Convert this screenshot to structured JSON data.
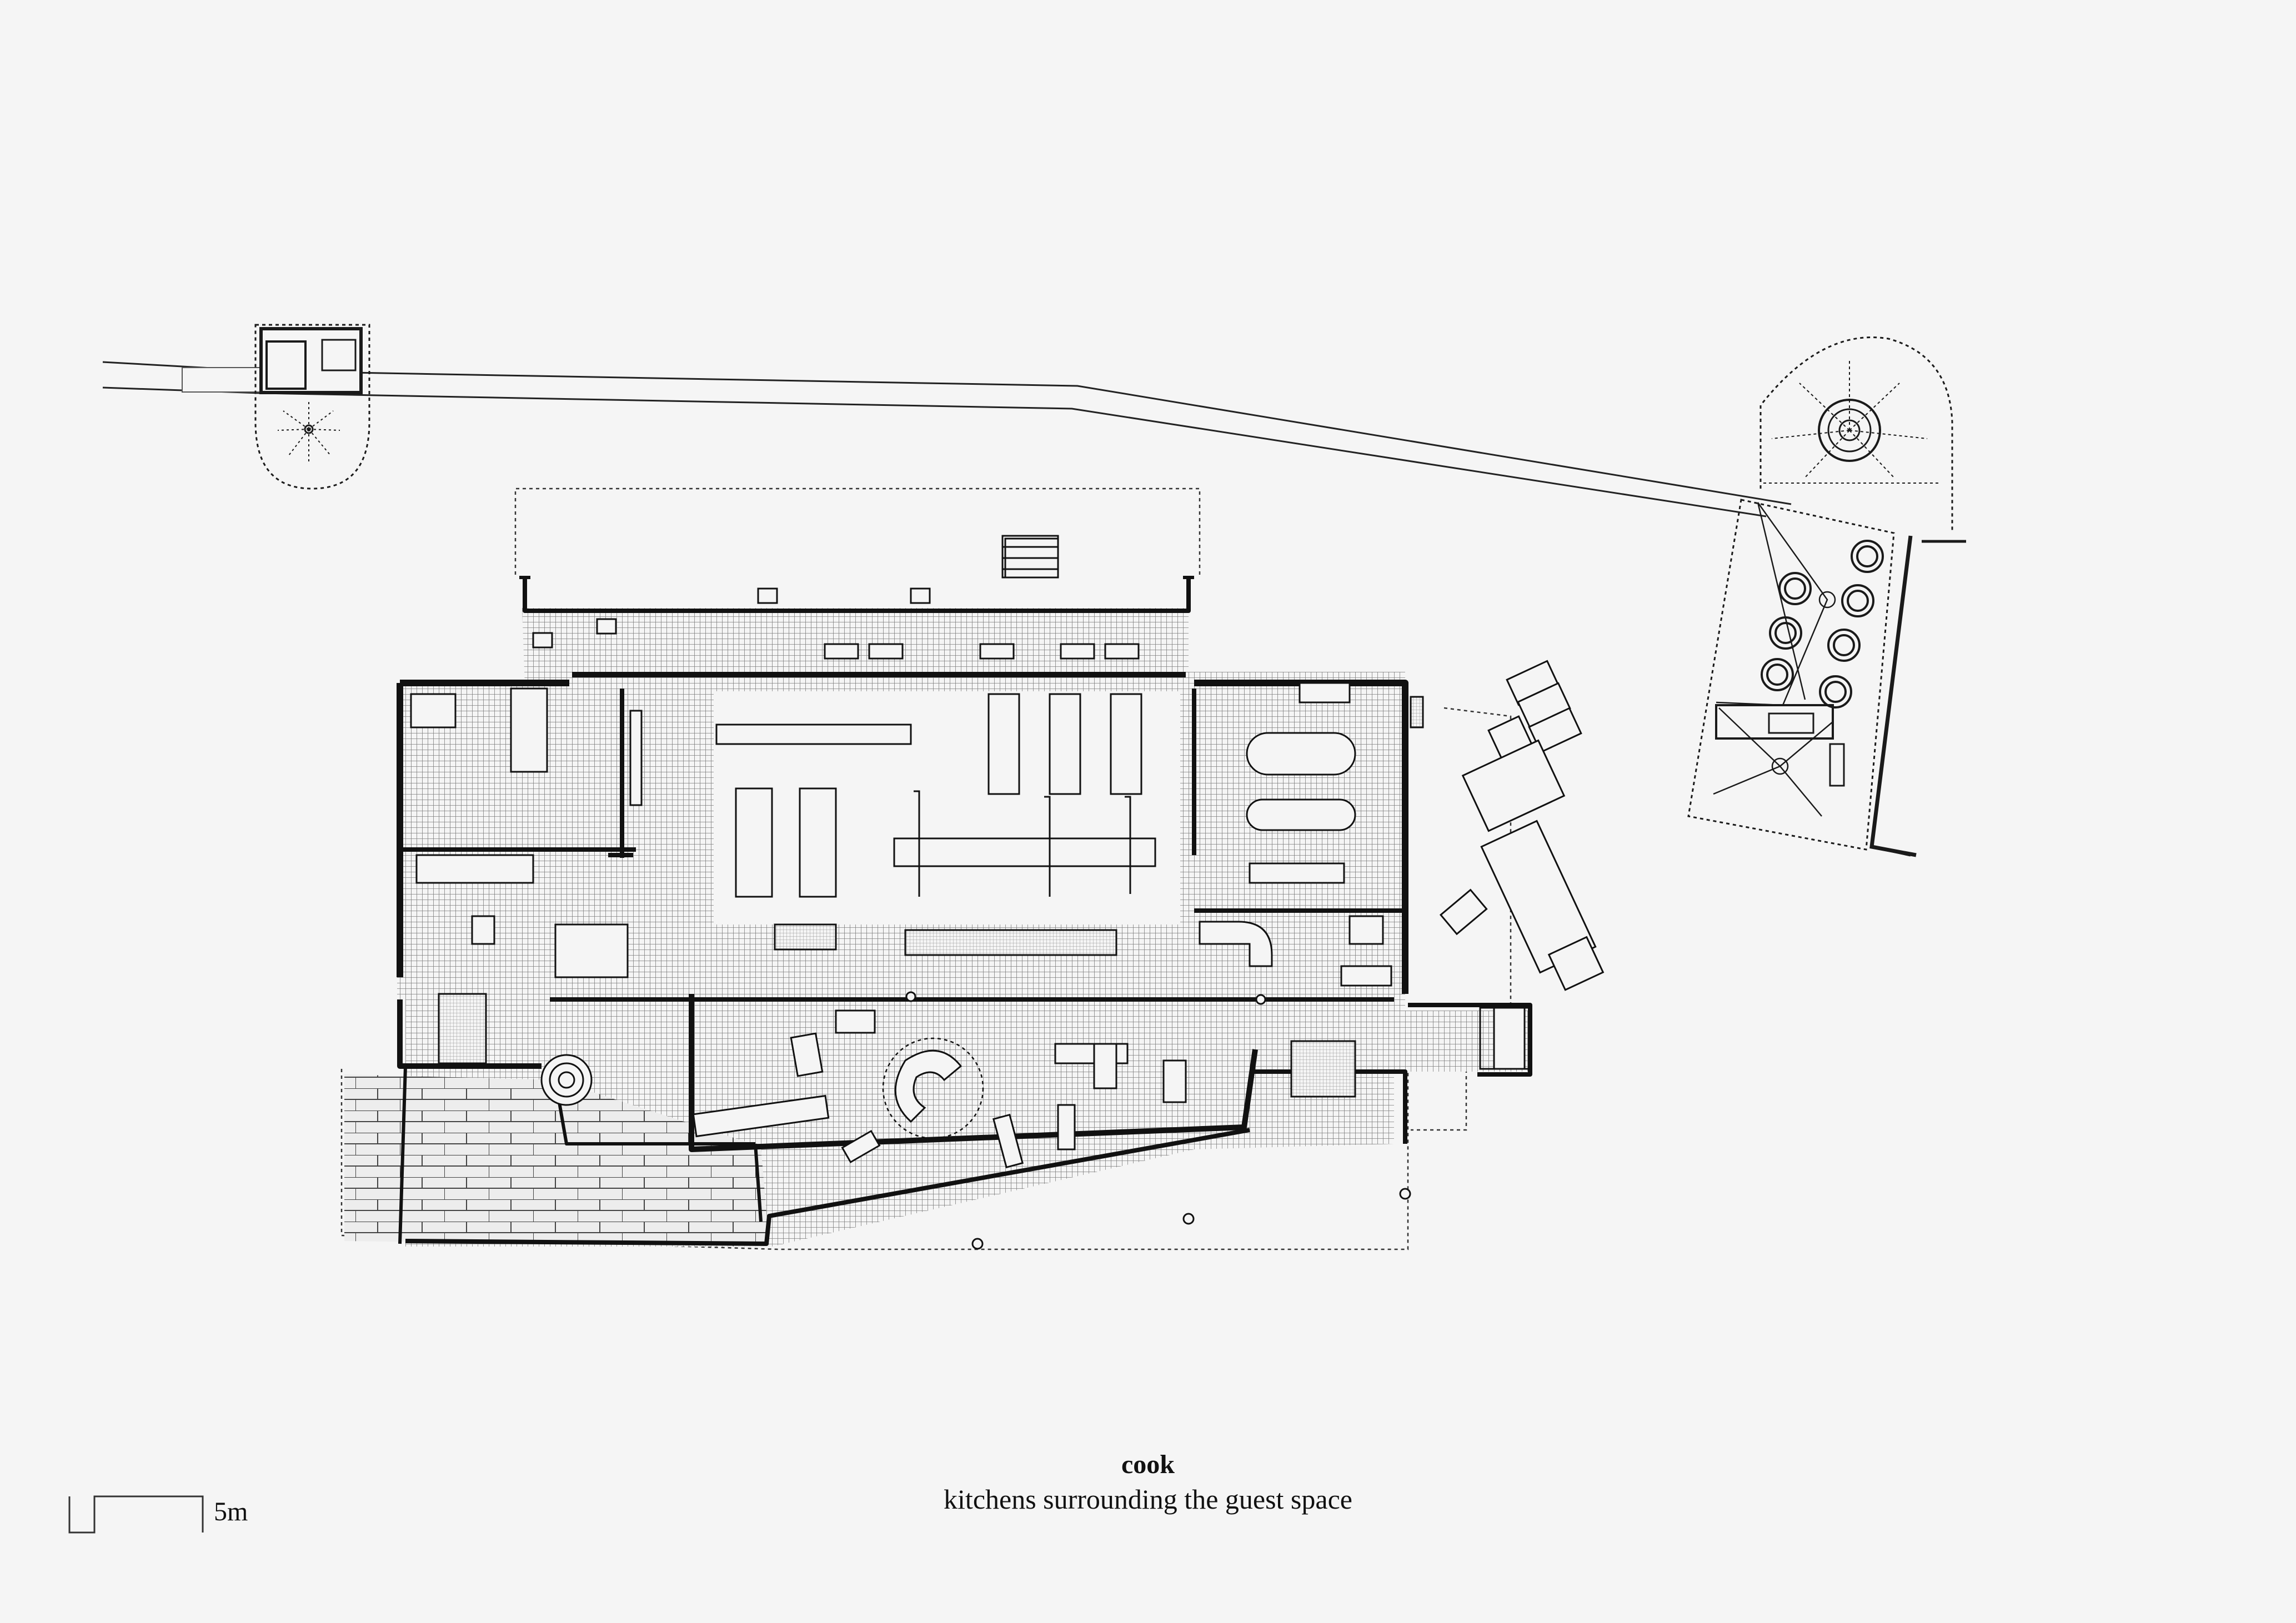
{
  "caption": {
    "title": "cook",
    "subtitle": "kitchens surrounding the guest space"
  },
  "scale_bar": {
    "label": "5m"
  },
  "colors": {
    "background": "#f5f5f5",
    "ink": "#1a1a1a",
    "hatch": "#8a8a8a"
  }
}
